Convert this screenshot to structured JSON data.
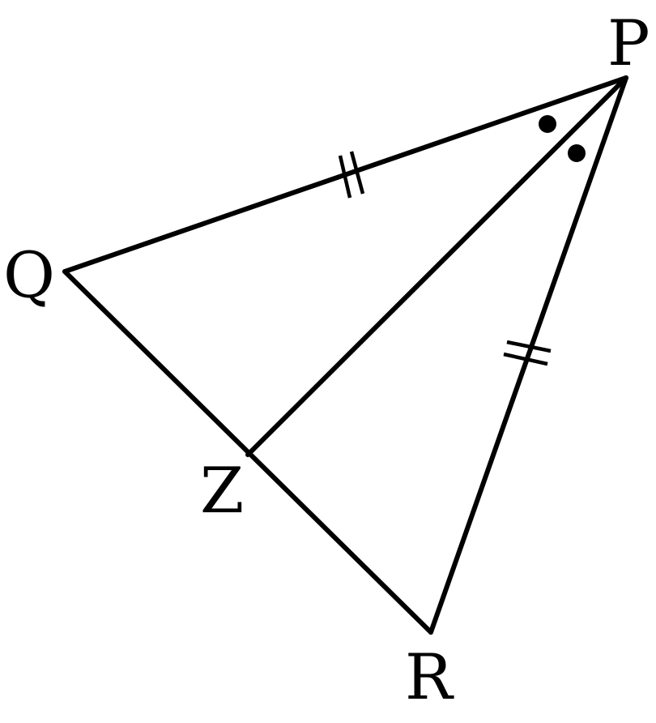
{
  "diagram": {
    "labels": {
      "P": "P",
      "Q": "Q",
      "R": "R",
      "Z": "Z"
    },
    "segments": [
      "PQ",
      "PR",
      "QR",
      "PZ"
    ],
    "congruent_segments": [
      "PQ",
      "PR"
    ],
    "equal_angles": [
      "QPZ",
      "ZPR"
    ],
    "colors": {
      "stroke": "#000000",
      "background": "#ffffff"
    }
  }
}
